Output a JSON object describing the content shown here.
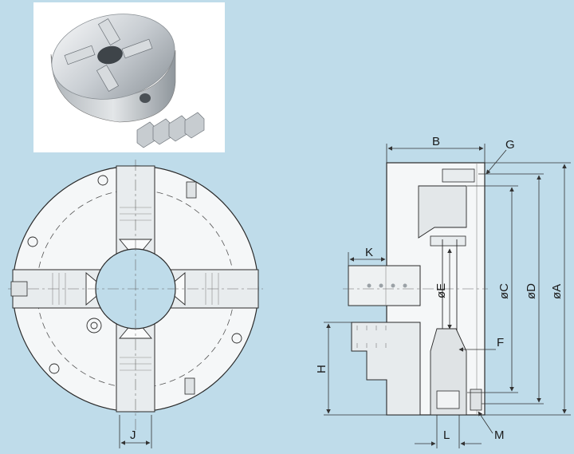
{
  "diagram": {
    "front_labels": {
      "j": "J"
    },
    "side_labels": {
      "b": "B",
      "g": "G",
      "k": "K",
      "h": "H",
      "f": "F",
      "l": "L",
      "m": "M",
      "e": "øE",
      "c": "øC",
      "d": "øD",
      "a": "øA"
    }
  },
  "colors": {
    "background": "#bfdcea",
    "outline": "#2a2a2a",
    "steel_light": "#f4f6f7",
    "steel_dark": "#d9dee1",
    "dimension": "#333333"
  }
}
